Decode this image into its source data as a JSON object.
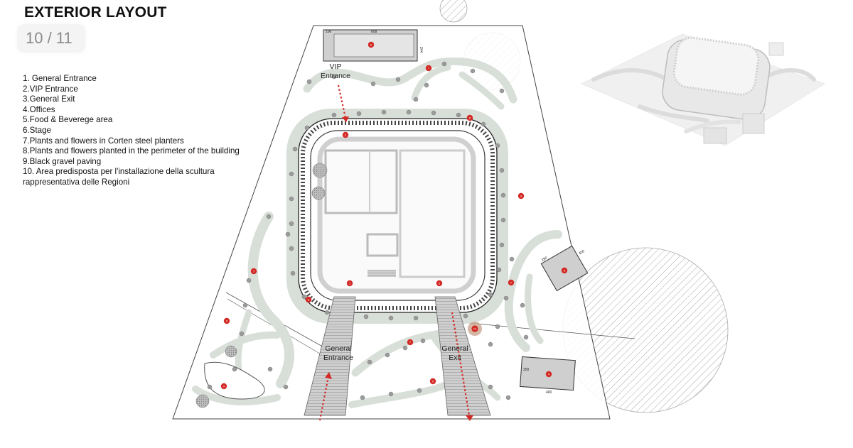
{
  "header": {
    "title": "EXTERIOR LAYOUT",
    "pager": "10 / 11"
  },
  "legend": [
    "1. General Entrance",
    "2.VIP Entrance",
    "3.General Exit",
    "4.Offices",
    "5.Food & Beverege area",
    "6.Stage",
    "7.Plants and flowers in Corten steel planters",
    "8.Plants and flowers planted in the perimeter of the building",
    "9.Black gravel paving",
    "10. Area predisposta per l'installazione della scultura rappresentativa delle Regioni"
  ],
  "plan_labels": {
    "vip_line1": "VIP",
    "vip_line2": "Entrance",
    "gen_entrance_line1": "General",
    "gen_entrance_line2": "Entrance",
    "gen_exit_line1": "General",
    "gen_exit_line2": "Exit"
  },
  "markers": {
    "stage": "6",
    "vip": "2",
    "entrance": "1",
    "exit": "3",
    "sculpture": "10",
    "food": "5",
    "offices": "4",
    "planters": "7",
    "perimeter": "8",
    "gravel": "9"
  },
  "dimensions": {
    "stage_a": "100",
    "stage_b": "608",
    "stage_c": "244",
    "food_a": "280",
    "food_b": "400",
    "office_a": "400",
    "office_b": "250"
  },
  "colors": {
    "path": "#d8dfd9",
    "marker": "#d42a26",
    "outline": "#444444",
    "hatch": "#9a9a9a"
  }
}
